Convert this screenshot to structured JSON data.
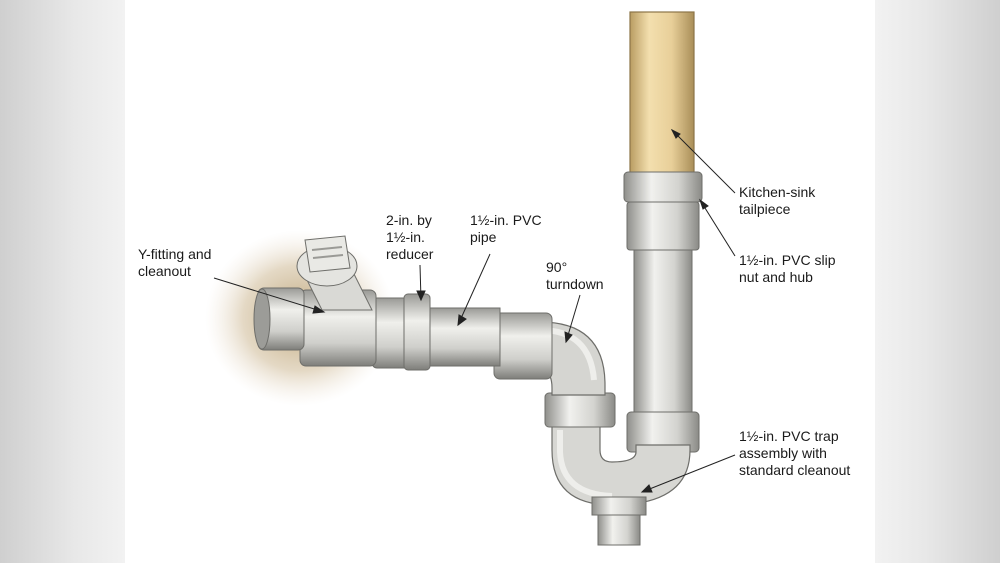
{
  "labels": {
    "y_fitting": [
      "Y-fitting and",
      "cleanout"
    ],
    "reducer": [
      "2-in. by",
      "1½-in.",
      "reducer"
    ],
    "pvc_pipe": [
      "1½-in. PVC",
      "pipe"
    ],
    "turndown": [
      "90°",
      "turndown"
    ],
    "tailpiece": [
      "Kitchen-sink",
      "tailpiece"
    ],
    "slip_nut": [
      "1½-in. PVC slip",
      "nut and hub"
    ],
    "trap": [
      "1½-in. PVC trap",
      "assembly with",
      "standard cleanout"
    ]
  },
  "colors": {
    "tailpiece": "#e8cf99",
    "pvc": "#d7d7d3",
    "pvc_shadow": "#9a9a96",
    "wall_stain": "#b59a6a"
  }
}
